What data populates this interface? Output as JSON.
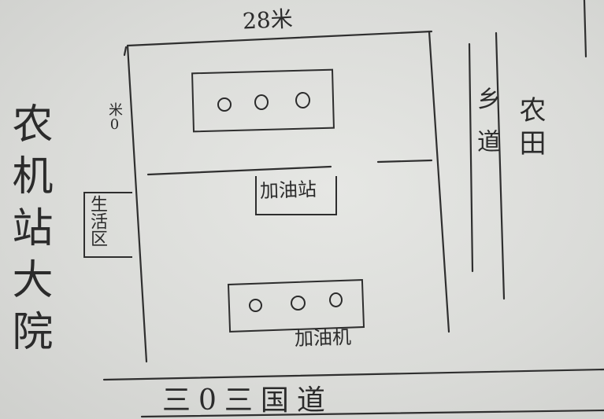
{
  "labels": {
    "top_length": "28米",
    "left_side": "农机站大院",
    "side_partial": "米0",
    "living_area": "生活区",
    "county_road": "乡道",
    "farmland": "农田",
    "station_room": "加油站",
    "pumps": "加油机",
    "national_road": "三0三国道"
  },
  "pump_rows": [
    {
      "circles": 3
    },
    {
      "circles": 3
    }
  ]
}
